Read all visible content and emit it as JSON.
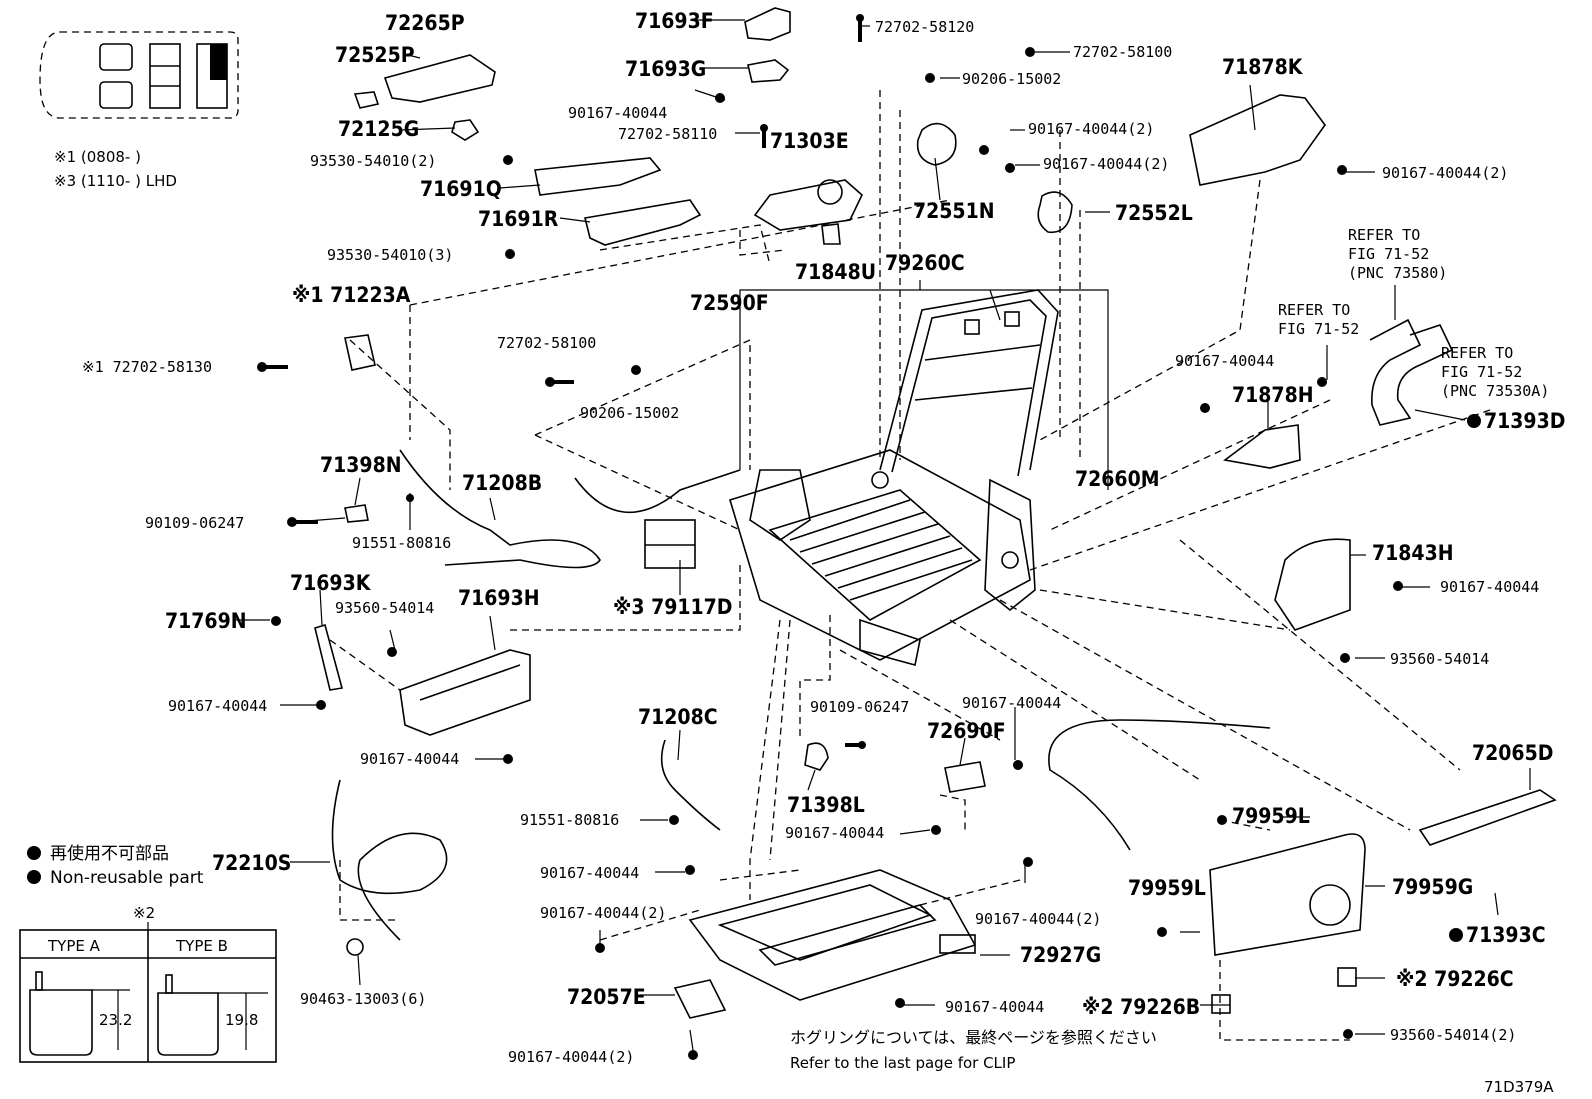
{
  "notes": {
    "note1": "※1 (0808-        )",
    "note3": "※3 (1110-        ) LHD",
    "legend_jp": "再使用不可部品",
    "legend_en": "Non-reusable part",
    "type_marker": "※2",
    "type_a": "TYPE A",
    "type_b": "TYPE B",
    "type_a_dim": "23.2",
    "type_b_dim": "19.8",
    "clip_jp": "ホグリングについては、最終ページを参照ください",
    "clip_en": "Refer to the last page for CLIP",
    "figure_id": "71D379A"
  },
  "refs": {
    "ref1_l1": "REFER TO",
    "ref1_l2": "FIG 71-52",
    "ref1_l3": "(PNC 73580)",
    "ref2_l1": "REFER TO",
    "ref2_l2": "FIG 71-52",
    "ref3_l1": "REFER TO",
    "ref3_l2": "FIG 71-52",
    "ref3_l3": "(PNC 73530A)"
  },
  "parts": {
    "p72265P": "72265P",
    "p72525P": "72525P",
    "p72125G": "72125G",
    "p93530a": "93530-54010(2)",
    "p71691Q": "71691Q",
    "p71691R": "71691R",
    "p93530b": "93530-54010(3)",
    "p71693F": "71693F",
    "p72702_58120": "72702-58120",
    "p72702_58100a": "72702-58100",
    "p71693G": "71693G",
    "p90206a": "90206-15002",
    "p90167a": "90167-40044",
    "p72702_58110": "72702-58110",
    "p71303E": "71303E",
    "p90167_2a": "90167-40044(2)",
    "p90167_2b": "90167-40044(2)",
    "p72551N": "72551N",
    "p72552L": "72552L",
    "p71878K": "71878K",
    "p90167_2c": "90167-40044(2)",
    "p71848U": "71848U",
    "p79260C": "79260C",
    "p71223A": "※1 71223A",
    "p72702_58130": "※1 72702-58130",
    "p72590F": "72590F",
    "p72702_58100b": "72702-58100",
    "p90206b": "90206-15002",
    "p90167b": "90167-40044",
    "p71878H": "71878H",
    "p71393D": "71393D",
    "p71398N": "71398N",
    "p71208B": "71208B",
    "p72660M": "72660M",
    "p90109a": "90109-06247",
    "p91551a": "91551-80816",
    "p79117D": "※3 79117D",
    "p71843H": "71843H",
    "p90167c": "90167-40044",
    "p71693K": "71693K",
    "p93560a": "93560-54014",
    "p71693H": "71693H",
    "p71769N": "71769N",
    "p93560b": "93560-54014",
    "p90167d": "90167-40044",
    "p90109b": "90109-06247",
    "p90167e": "90167-40044",
    "p72690F": "72690F",
    "p90167f": "90167-40044",
    "p71208C": "71208C",
    "p72065D": "72065D",
    "p71398L": "71398L",
    "p90167g": "90167-40044",
    "p91551b": "91551-80816",
    "p79959L_a": "79959L",
    "p72210S": "72210S",
    "p90167h": "90167-40044",
    "p79959L_b": "79959L",
    "p79959G": "79959G",
    "p90167_2d": "90167-40044(2)",
    "p90167_2e": "90167-40044(2)",
    "p72927G": "72927G",
    "p71393C": "71393C",
    "p79226C": "※2 79226C",
    "p90463": "90463-13003(6)",
    "p72057E": "72057E",
    "p90167i": "90167-40044",
    "p79226B": "※2 79226B",
    "p93560c": "93560-54014(2)",
    "p90167_2f": "90167-40044(2)"
  }
}
